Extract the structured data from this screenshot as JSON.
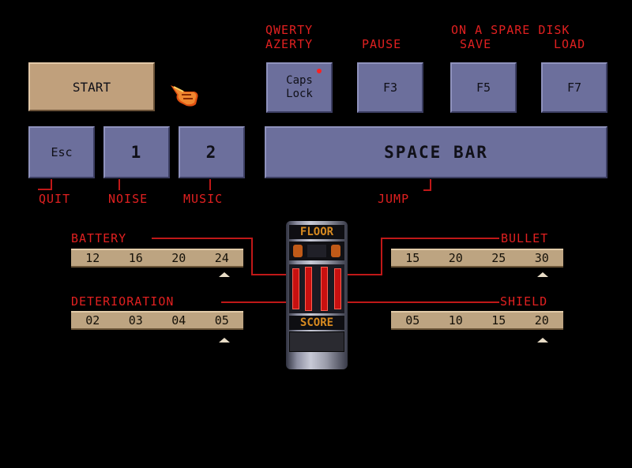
{
  "keys": {
    "start": "START",
    "caps_lock": "Caps Lock",
    "f3": "F3",
    "f5": "F5",
    "f7": "F7",
    "esc": "Esc",
    "one": "1",
    "two": "2",
    "space": "SPACE BAR"
  },
  "labels": {
    "qwerty": "QWERTY",
    "azerty": "AZERTY",
    "pause": "PAUSE",
    "spare_disk": "ON A SPARE DISK",
    "save": "SAVE",
    "load": "LOAD",
    "quit": "QUIT",
    "noise": "NOISE",
    "music": "MUSIC",
    "jump": "JUMP"
  },
  "settings": {
    "battery": {
      "label": "BATTERY",
      "values": [
        "12",
        "16",
        "20",
        "24"
      ]
    },
    "deterioration": {
      "label": "DETERIORATION",
      "values": [
        "02",
        "03",
        "04",
        "05"
      ]
    },
    "bullet": {
      "label": "BULLET",
      "values": [
        "15",
        "20",
        "25",
        "30"
      ]
    },
    "shield": {
      "label": "SHIELD",
      "values": [
        "05",
        "10",
        "15",
        "20"
      ]
    }
  },
  "device": {
    "floor": "FLOOR",
    "score": "SCORE"
  },
  "colors": {
    "label_red": "#e02020",
    "key_blue": "#6c6f9c",
    "bar_tan": "#bda481"
  }
}
